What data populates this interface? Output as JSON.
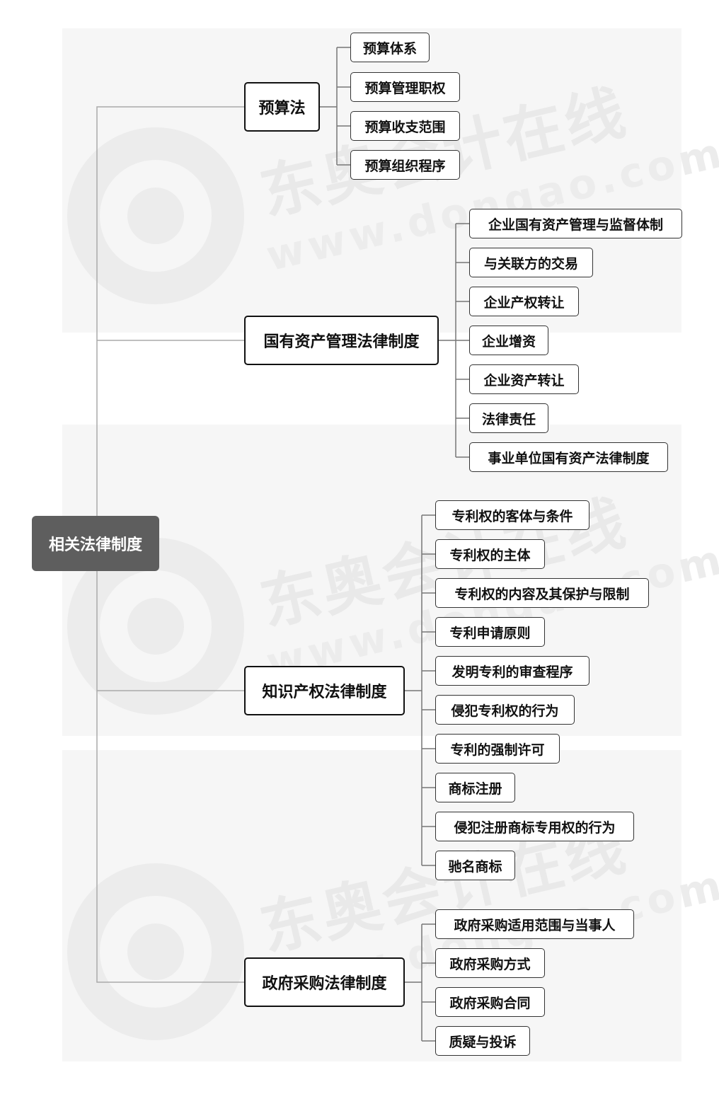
{
  "watermark": {
    "brand": "东奥会计在线",
    "url": "www.dongao.com"
  },
  "mindmap": {
    "root": "相关法律制度",
    "branches": [
      {
        "label": "预算法",
        "children": [
          "预算体系",
          "预算管理职权",
          "预算收支范围",
          "预算组织程序"
        ]
      },
      {
        "label": "国有资产管理法律制度",
        "children": [
          "企业国有资产管理与监督体制",
          "与关联方的交易",
          "企业产权转让",
          "企业增资",
          "企业资产转让",
          "法律责任",
          "事业单位国有资产法律制度"
        ]
      },
      {
        "label": "知识产权法律制度",
        "children": [
          "专利权的客体与条件",
          "专利权的主体",
          "专利权的内容及其保护与限制",
          "专利申请原则",
          "发明专利的审查程序",
          "侵犯专利权的行为",
          "专利的强制许可",
          "商标注册",
          "侵犯注册商标专用权的行为",
          "驰名商标"
        ]
      },
      {
        "label": "政府采购法律制度",
        "children": [
          "政府采购适用范围与当事人",
          "政府采购方式",
          "政府采购合同",
          "质疑与投诉"
        ]
      }
    ]
  }
}
